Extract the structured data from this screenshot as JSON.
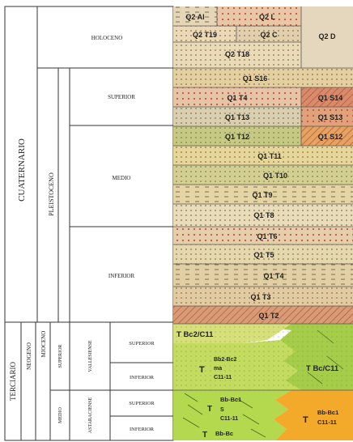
{
  "strat_labels": {
    "cuaternario": "CUATERNARIO",
    "holoceno": "HOLOCENO",
    "pleistoceno": "PLEISTOCENO",
    "superior": "SUPERIOR",
    "medio": "MEDIO",
    "inferior": "INFERIOR",
    "terciario": "TERCIARIO",
    "neogeno": "NEOGENO",
    "mioceno": "MIOCENO",
    "mioceno_superior": "SUPERIOR",
    "mioceno_medio": "MEDIO",
    "vallesiense": "VALLESIENSE",
    "astaraciense": "ASTARACIENSE",
    "vallesiense_superior": "SUPERIOR",
    "vallesiense_inferior": "INFERIOR",
    "astaraciense_superior": "SUPERIOR",
    "astaraciense_inferior": "INFERIOR"
  },
  "units": {
    "q2_al": "Q2 Al",
    "q2_l": "Q2 L",
    "q2_t19": "Q2 T19",
    "q2_c": "Q2 C",
    "q2_d": "Q2 D",
    "q2_t18": "Q2 T18",
    "q1_s16": "Q1 S16",
    "q1_t4_upper": "Q1 T4",
    "q1_s14": "Q1 S14",
    "q1_t13": "Q1 T13",
    "q1_s13": "Q1 S13",
    "q1_t12": "Q1 T12",
    "q1_s12": "Q1 S12",
    "q1_t11": "Q1 T11",
    "q1_t10": "Q1 T10",
    "q1_t9": "Q1 T9",
    "q1_t8": "Q1 T8",
    "q1_t6": "Q1 T6",
    "q1_t5": "Q1 T5",
    "q1_t4_lower": "Q1 T4",
    "q1_t3": "Q1 T3",
    "q1_t2": "Q1 T2",
    "t_bc2_c11": "T Bc2/C11",
    "t_symbol_1": "T",
    "bb2_bc2": "Bb2-Bc2",
    "ma": "ma",
    "c11_11_a": "C11-11",
    "t_bc_c11": "T Bc/C11",
    "bb_bc1_a": "Bb-Bc1",
    "s_label": "S",
    "c11_11_b": "C11-11",
    "t_symbol_2": "T",
    "t_symbol_3": "T",
    "bb_bc1_b": "Bb-Bc1",
    "c11_11_c": "C11-11",
    "t_symbol_4": "T",
    "bb_bc_lower": "Bb-Bc"
  },
  "colors": {
    "line": "#333333",
    "pale_beige": "#e9dcc0",
    "pinkish_tan": "#e3c9a8",
    "orange_tan": "#e8b87a",
    "yellow_green": "#cfd38a",
    "green_lime": "#b9d65a",
    "bright_green": "#9fcf4a",
    "orange": "#f1b12c",
    "red_hatch": "#c9785a"
  }
}
